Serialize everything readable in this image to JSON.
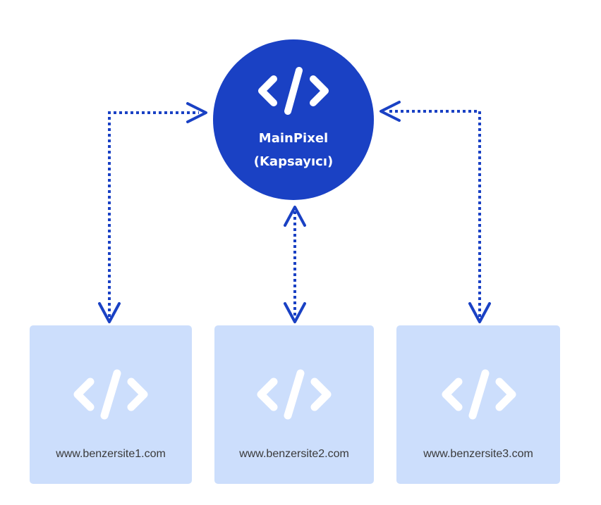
{
  "colors": {
    "hub": "#1a41c4",
    "connector": "#1a41c4",
    "site_card": "#ccdefc",
    "icon_on_hub": "#ffffff",
    "icon_on_site": "#ffffff"
  },
  "hub": {
    "icon": "code-icon",
    "title": "MainPixel",
    "subtitle": "(Kapsayıcı)"
  },
  "sites": [
    {
      "icon": "code-icon",
      "url": "www.benzersite1.com"
    },
    {
      "icon": "code-icon",
      "url": "www.benzersite2.com"
    },
    {
      "icon": "code-icon",
      "url": "www.benzersite3.com"
    }
  ]
}
